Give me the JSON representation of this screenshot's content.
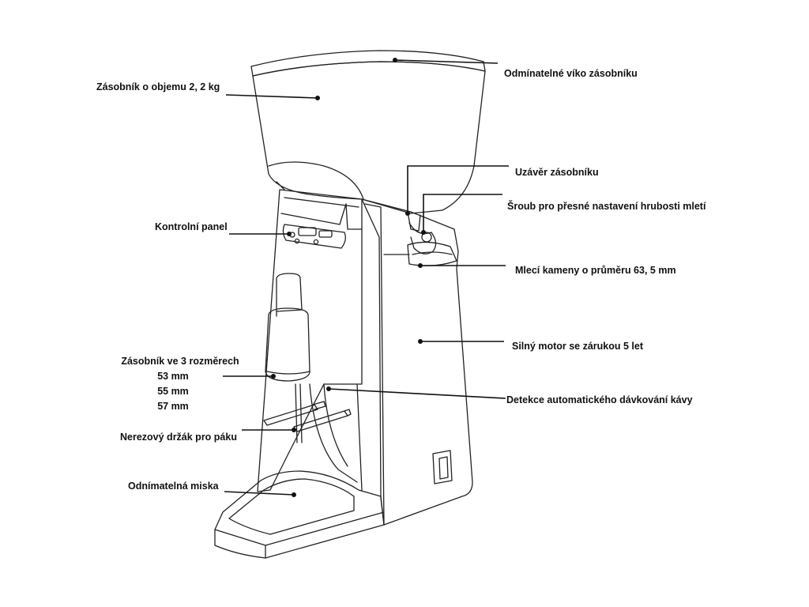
{
  "labels": {
    "hopper": "Zásobník o objemu 2, 2 kg",
    "hopper_lid": "Odmínatelné víko zásobníku",
    "hopper_shutter": "Uzávěr zásobníku",
    "adjust_screw": "Šroub pro přesné nastavení hrubosti mletí",
    "control_panel": "Kontrolní panel",
    "burrs": "Mlecí kameny o průměru 63, 5 mm",
    "motor": "Silný motor se zárukou 5 let",
    "dosing_title": "Zásobník ve 3 rozměrech",
    "dosing_size_1": "53 mm",
    "dosing_size_2": "55 mm",
    "dosing_size_3": "57 mm",
    "auto_detect": "Detekce automatického dávkování kávy",
    "holder": "Nerezový držák pro páku",
    "tray": "Odnímatelná miska"
  },
  "colors": {
    "line": "#111111",
    "dot": "#111111",
    "outline": "#222222"
  }
}
